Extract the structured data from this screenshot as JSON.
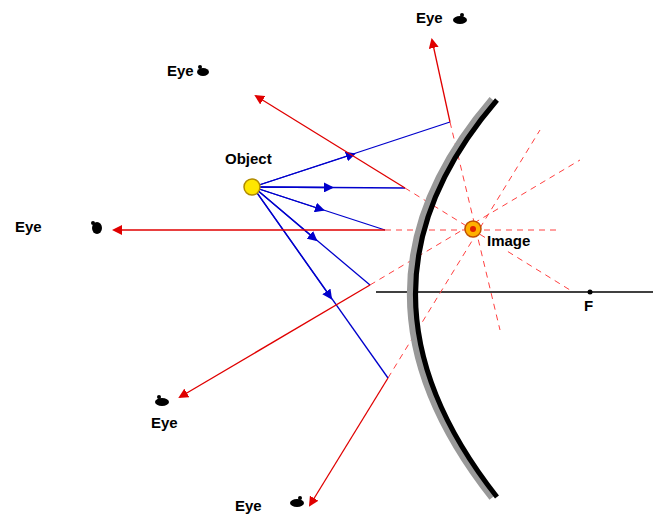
{
  "diagram": {
    "labels": [
      "Eye",
      "Eye",
      "Object",
      "Eye",
      "Image",
      "F",
      "Eye",
      "Eye"
    ]
  }
}
